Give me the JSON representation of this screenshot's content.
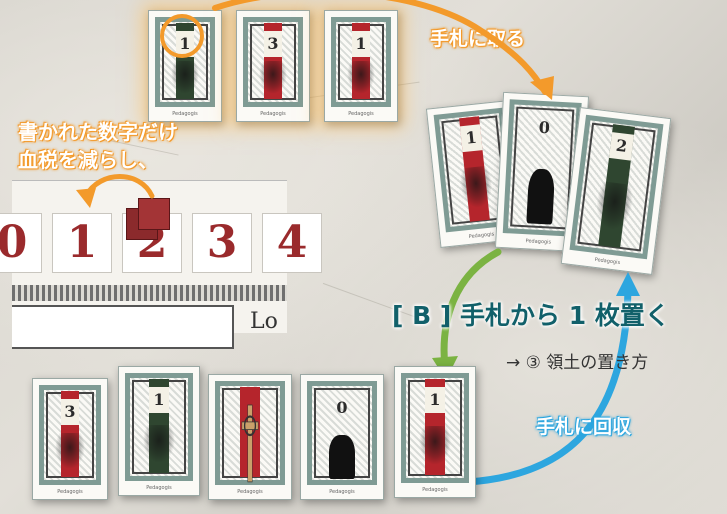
{
  "colors": {
    "orange": "#f39a2b",
    "green": "#7bb342",
    "blue": "#2da6df",
    "teal_text": "#11606a",
    "red_stripe": "#b5252c",
    "green_stripe": "#2f4630"
  },
  "labels": {
    "take_to_hand": "手札に取る",
    "reduce_line1": "書かれた数字だけ",
    "reduce_line2": "血税を減らし、",
    "place_heading": "[ B ] 手札から 1 枚置く",
    "place_ref": "→ ③ 領土の置き方",
    "return_to_hand": "手札に回収"
  },
  "top_cards": [
    {
      "number": "1",
      "stripe": "green"
    },
    {
      "number": "3",
      "stripe": "red"
    },
    {
      "number": "1",
      "stripe": "red"
    }
  ],
  "hand_fan": [
    {
      "number": "1",
      "stripe": "red"
    },
    {
      "number": "0",
      "stripe": "white"
    },
    {
      "number": "2",
      "stripe": "green"
    }
  ],
  "bottom_cards": [
    {
      "number": "3",
      "stripe": "red"
    },
    {
      "number": "1",
      "stripe": "green"
    },
    {
      "number": "",
      "stripe": "red",
      "symbol": "celtic-cross"
    },
    {
      "number": "0",
      "stripe": "white"
    },
    {
      "number": "1",
      "stripe": "red"
    }
  ],
  "track": {
    "cells": [
      "0",
      "1",
      "2",
      "3",
      "4"
    ],
    "fragment_text": "Lo"
  },
  "icons": {
    "marker": "blood-tax-cube-icon"
  }
}
